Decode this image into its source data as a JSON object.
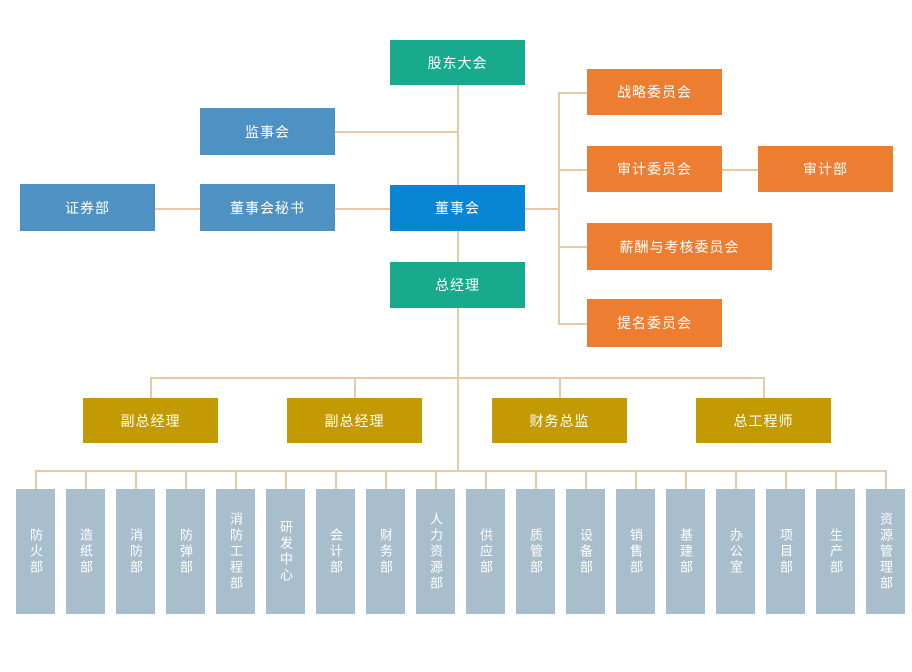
{
  "org": {
    "title": "company-organization-chart",
    "nodes": {
      "shareholders_meeting": {
        "label": "股东大会"
      },
      "supervisory_board": {
        "label": "监事会"
      },
      "securities_dept": {
        "label": "证券部"
      },
      "board_secretary": {
        "label": "董事会秘书"
      },
      "board_of_directors": {
        "label": "董事会"
      },
      "strategy_committee": {
        "label": "战略委员会"
      },
      "audit_committee": {
        "label": "审计委员会"
      },
      "audit_dept": {
        "label": "审计部"
      },
      "compensation_committee": {
        "label": "薪酬与考核委员会"
      },
      "nomination_committee": {
        "label": "提名委员会"
      },
      "general_manager": {
        "label": "总经理"
      },
      "deputy_gm_1": {
        "label": "副总经理"
      },
      "deputy_gm_2": {
        "label": "副总经理"
      },
      "finance_director": {
        "label": "财务总监"
      },
      "chief_engineer": {
        "label": "总工程师"
      }
    },
    "departments": [
      "防火部",
      "造纸部",
      "消防部",
      "防弹部",
      "消防工程部",
      "研发中心",
      "会计部",
      "财务部",
      "人力资源部",
      "供应部",
      "质管部",
      "设备部",
      "销售部",
      "基建部",
      "办公室",
      "项目部",
      "生产部",
      "资源管理部"
    ],
    "colors": {
      "teal": "#17AA8C",
      "steel_blue": "#4E92C4",
      "bright_blue": "#0986D3",
      "orange": "#ED7D31",
      "gold": "#C49A03",
      "gray_blue": "#A9BECC",
      "connector": "#E8C9A4",
      "text": "#FFFFFF",
      "background": "#FFFFFF"
    }
  }
}
